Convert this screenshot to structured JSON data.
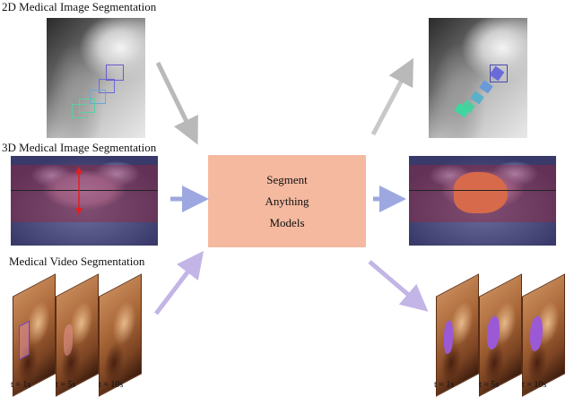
{
  "labels": {
    "seg2d": "2D Medical Image Segmentation",
    "seg3d": "3D Medical Image Segmentation",
    "video": "Medical Video Segmentation"
  },
  "center": {
    "line1": "Segment",
    "line2": "Anything",
    "line3": "Models"
  },
  "captions_left": [
    "t = 1s",
    "t = 5s",
    "t = 10s"
  ],
  "captions_right": [
    "t = 1s",
    "t = 5s",
    "t = 10s"
  ],
  "colors": {
    "center_box": "#f5b9a0",
    "arrow_gray": "#b9b9b9",
    "arrow_blue": "#9da8e0",
    "arrow_purple": "#c3b5e6",
    "mask_purple": "#9b59d6",
    "mask_green": "#3fd6a0",
    "bbox_blue": "#5a5ad0",
    "prompt_red": "#e02020"
  }
}
